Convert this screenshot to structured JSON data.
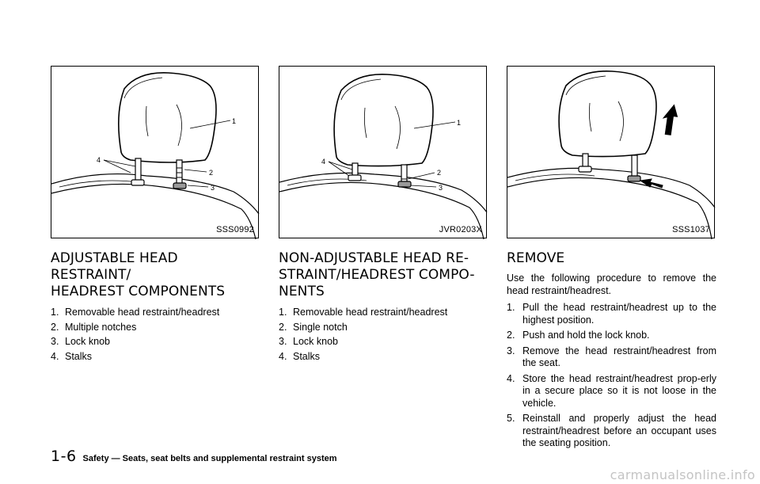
{
  "figures": [
    {
      "code": "SSS0992",
      "callouts": [
        "1",
        "2",
        "3",
        "4"
      ]
    },
    {
      "code": "JVR0203X",
      "callouts": [
        "1",
        "2",
        "3",
        "4"
      ]
    },
    {
      "code": "SSS1037",
      "callouts": []
    }
  ],
  "sections": {
    "adjustable": {
      "heading_line1": "ADJUSTABLE HEAD RESTRAINT/",
      "heading_line2": "HEADREST COMPONENTS",
      "items": [
        {
          "n": "1.",
          "text": "Removable head restraint/headrest"
        },
        {
          "n": "2.",
          "text": "Multiple notches"
        },
        {
          "n": "3.",
          "text": "Lock knob"
        },
        {
          "n": "4.",
          "text": "Stalks"
        }
      ]
    },
    "non_adjustable": {
      "heading_line1": "NON-ADJUSTABLE HEAD RE-",
      "heading_line2": "STRAINT/HEADREST COMPO-",
      "heading_line3": "NENTS",
      "items": [
        {
          "n": "1.",
          "text": "Removable head restraint/headrest"
        },
        {
          "n": "2.",
          "text": "Single notch"
        },
        {
          "n": "3.",
          "text": "Lock knob"
        },
        {
          "n": "4.",
          "text": "Stalks"
        }
      ]
    },
    "remove": {
      "heading": "REMOVE",
      "intro": "Use the following procedure to remove the head restraint/headrest.",
      "steps": [
        {
          "n": "1.",
          "text": "Pull the head restraint/headrest up to the highest position."
        },
        {
          "n": "2.",
          "text": "Push and hold the lock knob."
        },
        {
          "n": "3.",
          "text": "Remove the head restraint/headrest from the seat."
        },
        {
          "n": "4.",
          "text": "Store the head restraint/headrest prop-erly in a secure place so it is not loose in the vehicle."
        },
        {
          "n": "5.",
          "text": "Reinstall and properly adjust the head restraint/headrest before an occupant uses the seating position."
        }
      ]
    }
  },
  "footer": {
    "page_number": "1-6",
    "text": "Safety — Seats, seat belts and supplemental restraint system"
  },
  "watermark": "carmanualsonline.info"
}
